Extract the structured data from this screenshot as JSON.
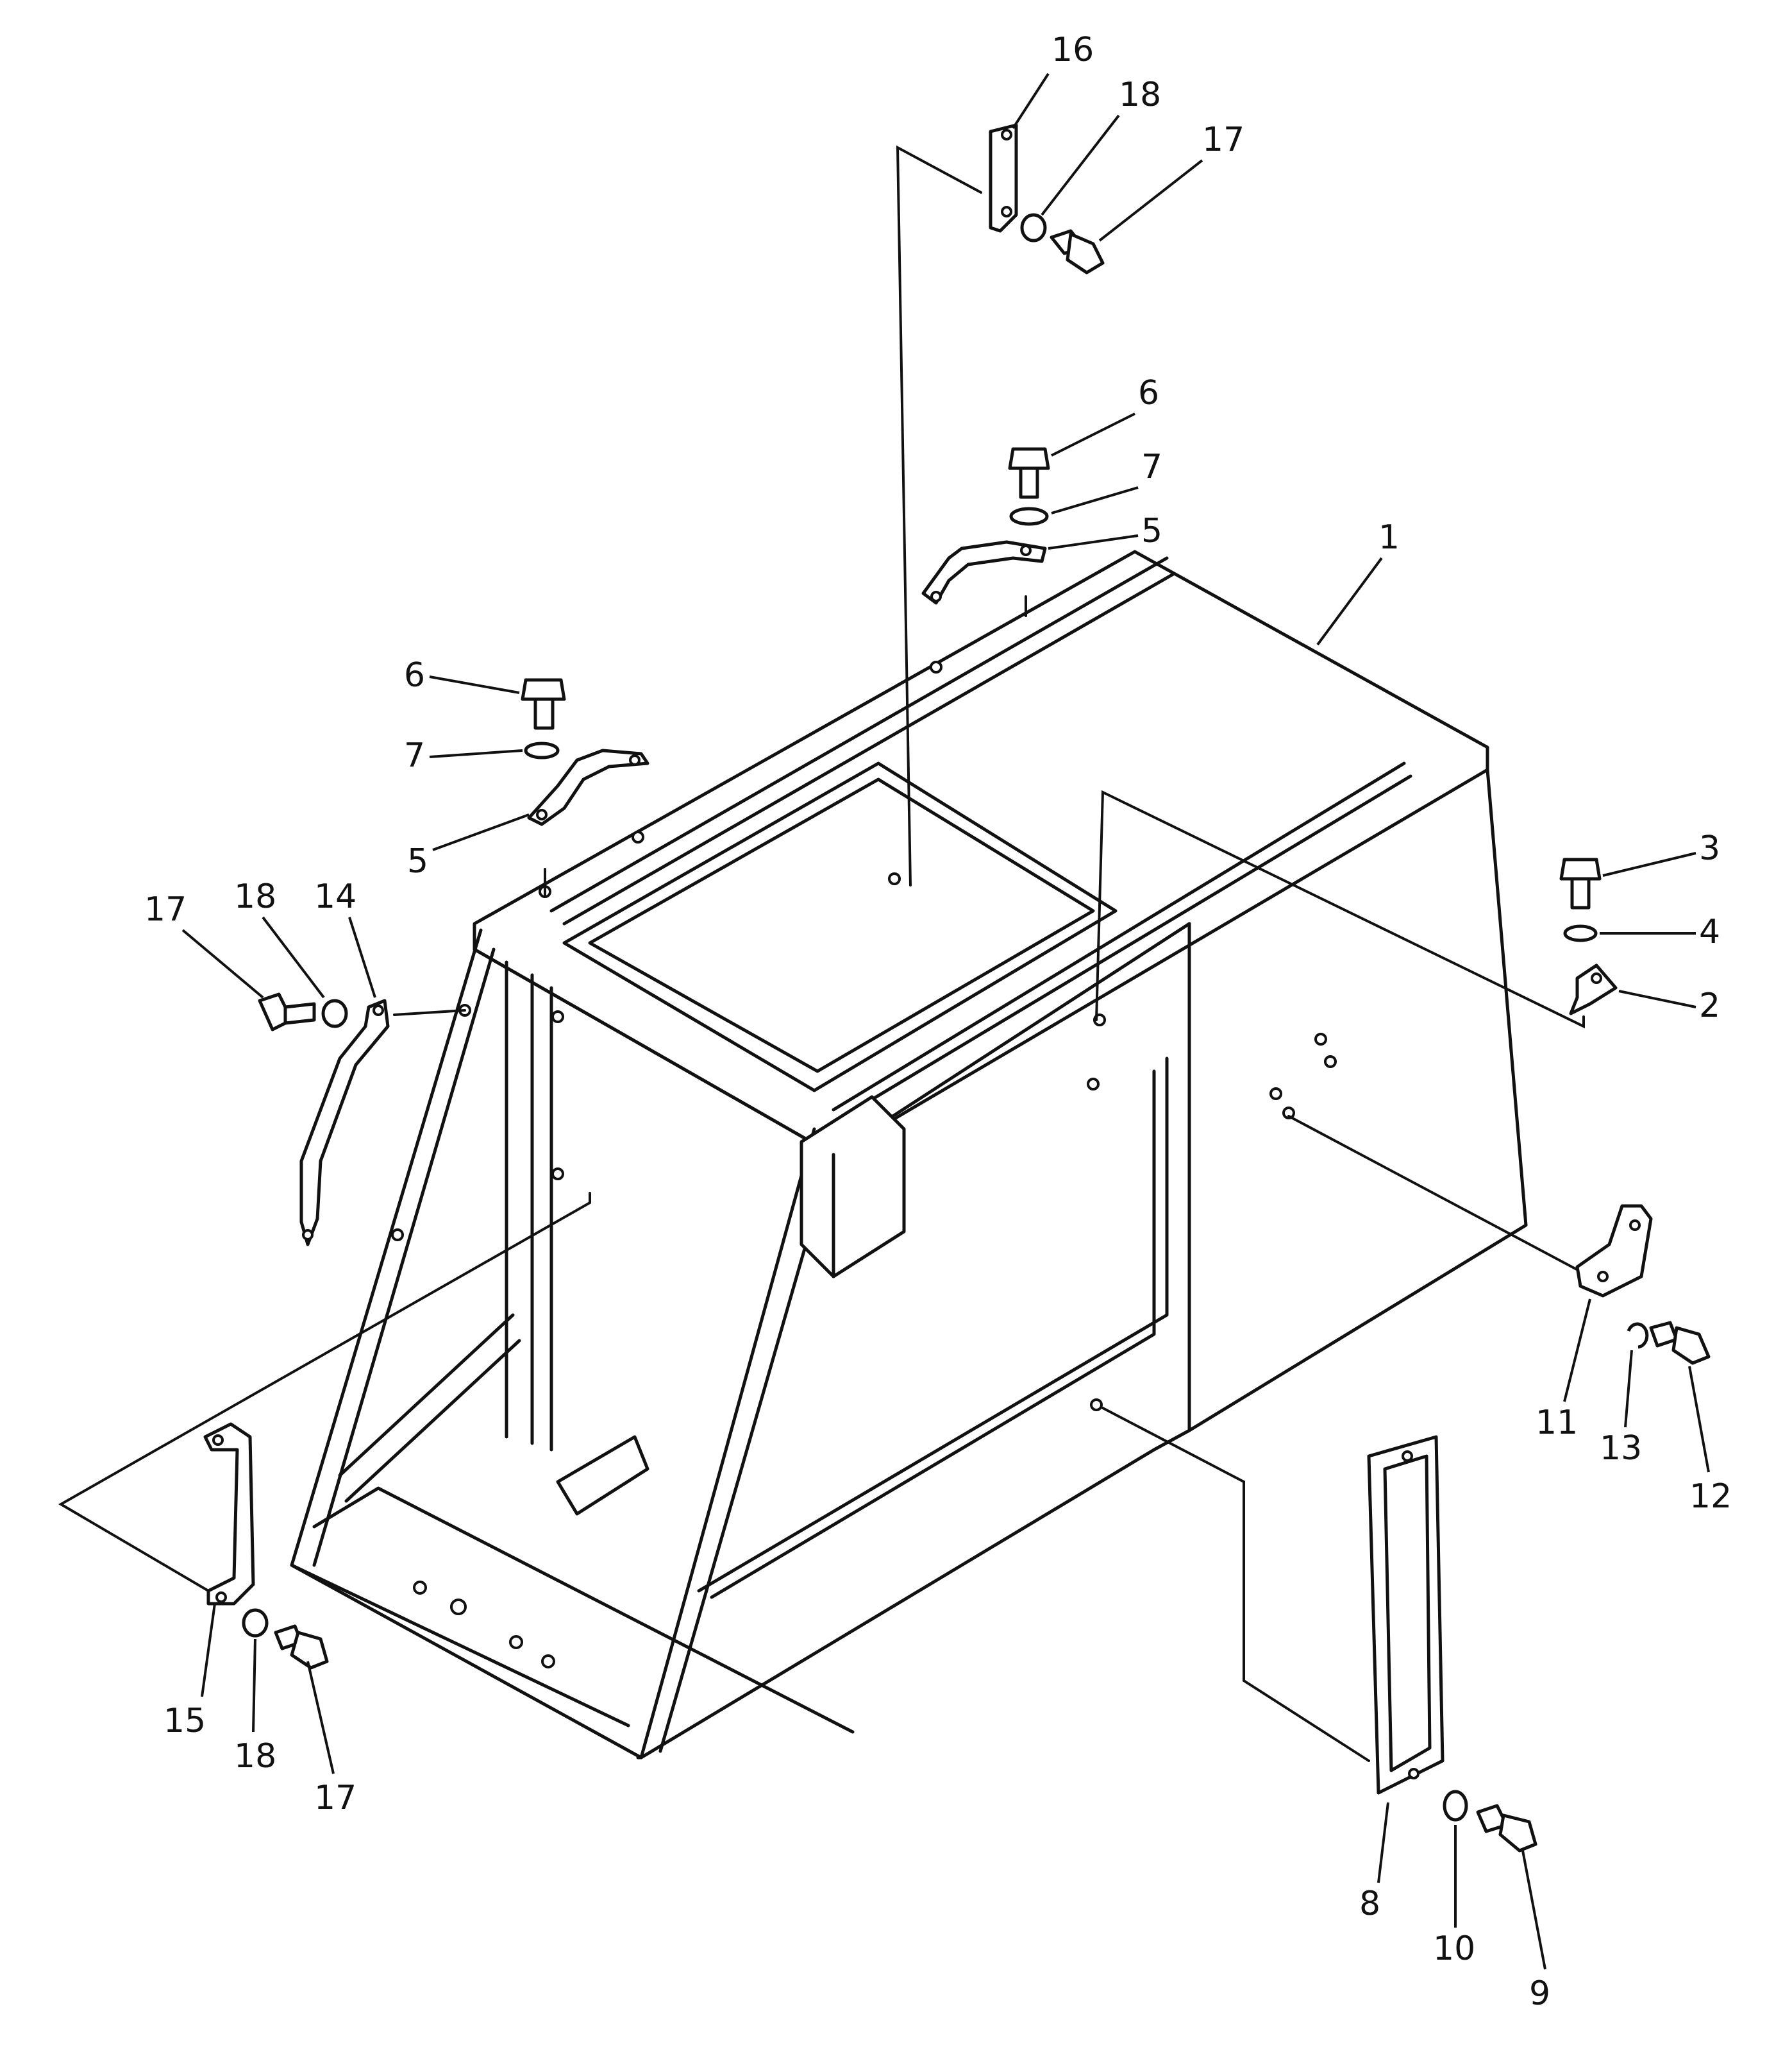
{
  "colors": {
    "ink": "#111111",
    "paper": "#ffffff"
  },
  "callouts": [
    {
      "id": "c1",
      "num": "1"
    },
    {
      "id": "c2",
      "num": "2"
    },
    {
      "id": "c3",
      "num": "3"
    },
    {
      "id": "c4",
      "num": "4"
    },
    {
      "id": "c5a",
      "num": "5"
    },
    {
      "id": "c5b",
      "num": "5"
    },
    {
      "id": "c6a",
      "num": "6"
    },
    {
      "id": "c6b",
      "num": "6"
    },
    {
      "id": "c7a",
      "num": "7"
    },
    {
      "id": "c7b",
      "num": "7"
    },
    {
      "id": "c8",
      "num": "8"
    },
    {
      "id": "c9",
      "num": "9"
    },
    {
      "id": "c10",
      "num": "10"
    },
    {
      "id": "c11",
      "num": "11"
    },
    {
      "id": "c12",
      "num": "12"
    },
    {
      "id": "c13",
      "num": "13"
    },
    {
      "id": "c14",
      "num": "14"
    },
    {
      "id": "c15",
      "num": "15"
    },
    {
      "id": "c16",
      "num": "16"
    },
    {
      "id": "c17a",
      "num": "17"
    },
    {
      "id": "c17b",
      "num": "17"
    },
    {
      "id": "c17c",
      "num": "17"
    },
    {
      "id": "c18a",
      "num": "18"
    },
    {
      "id": "c18b",
      "num": "18"
    },
    {
      "id": "c18c",
      "num": "18"
    }
  ]
}
